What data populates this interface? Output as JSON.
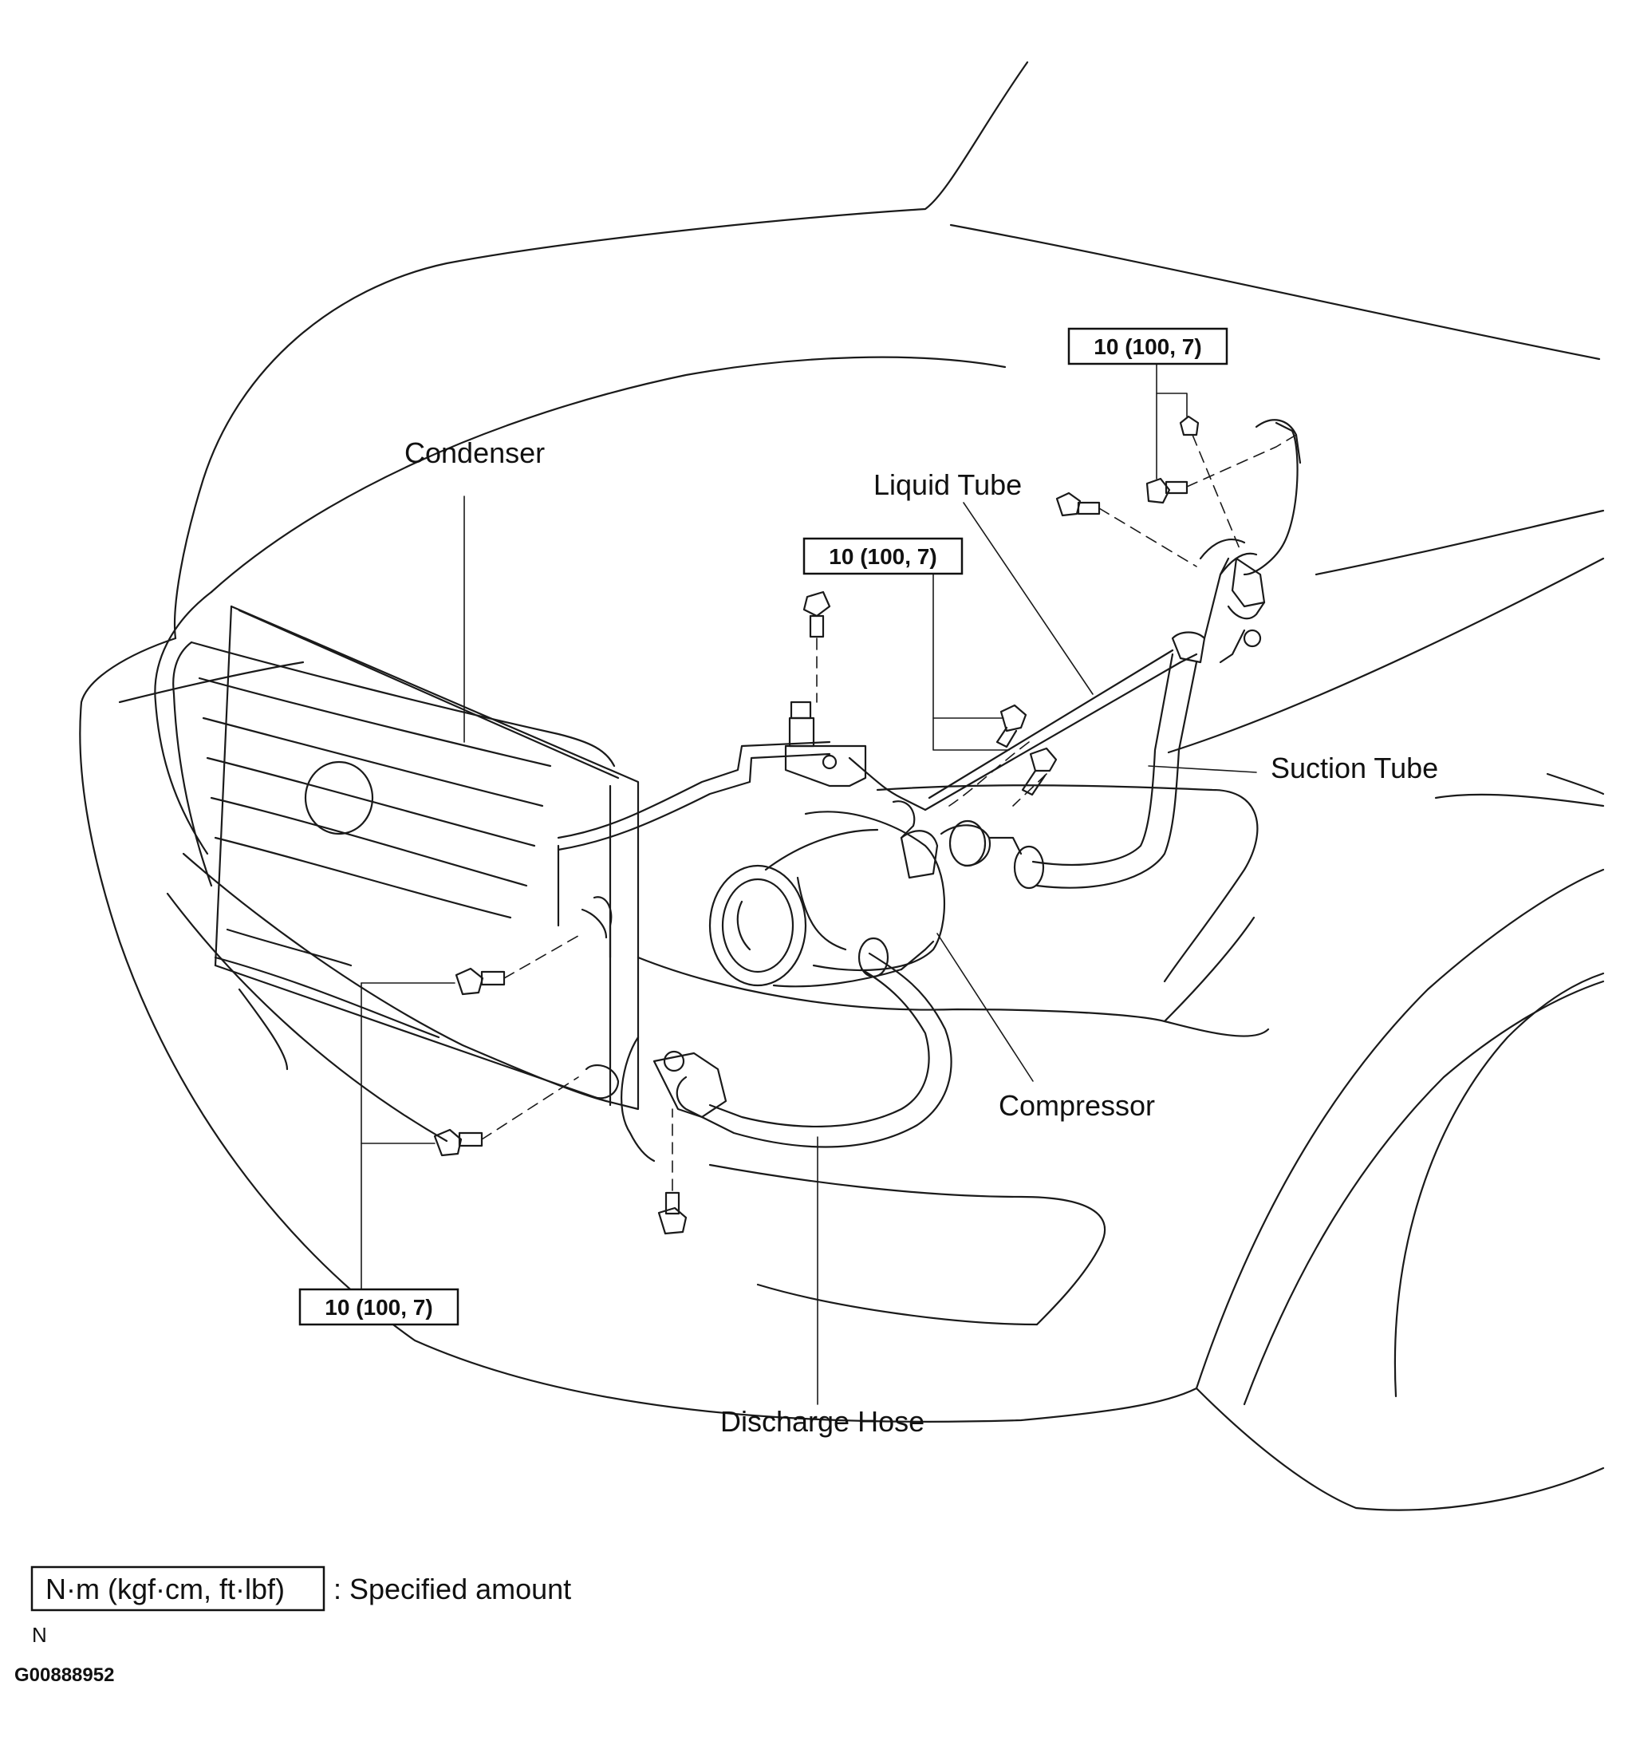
{
  "labels": {
    "condenser": "Condenser",
    "liquid_tube": "Liquid Tube",
    "suction_tube": "Suction Tube",
    "compressor": "Compressor",
    "discharge_hose": "Discharge Hose"
  },
  "torque_specs": {
    "top_right": "10 (100, 7)",
    "center": "10 (100, 7)",
    "bottom_left": "10 (100, 7)"
  },
  "legend": {
    "unit_box": "N·m (kgf·cm, ft·lbf)",
    "description": ": Specified amount",
    "note": "N"
  },
  "figure_code": "G00888952"
}
